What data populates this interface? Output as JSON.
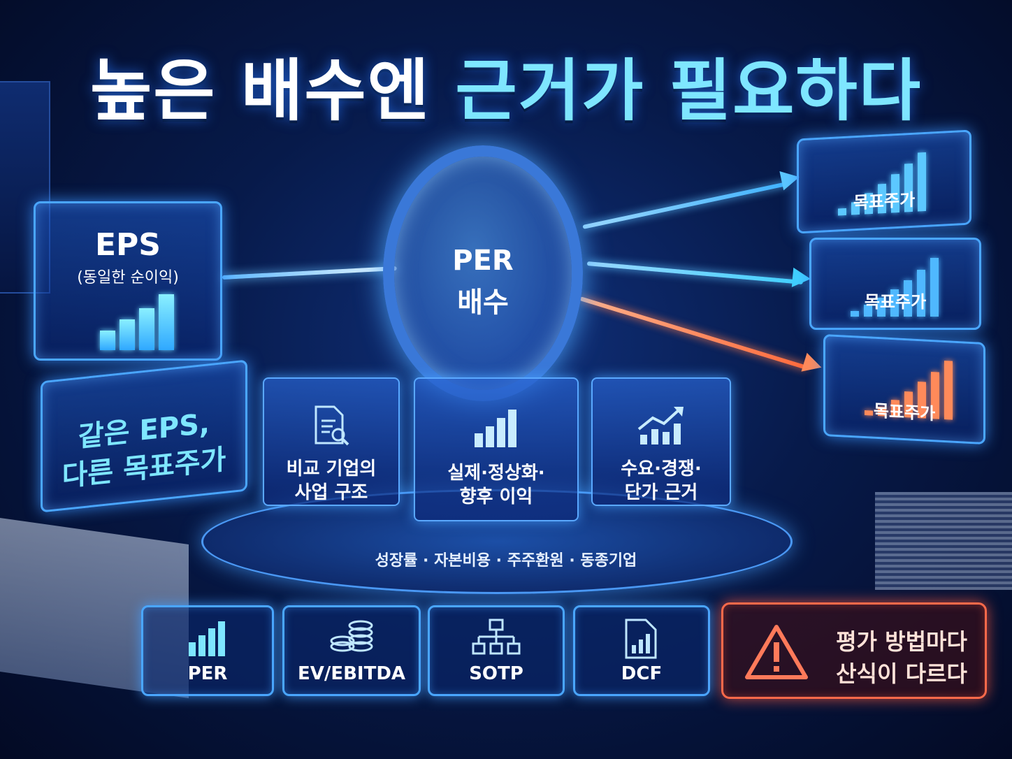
{
  "title": {
    "part1": "높은 배수엔",
    "part2": "근거가 필요하다"
  },
  "eps": {
    "title": "EPS",
    "subtitle": "(동일한 순이익)",
    "bars": [
      0.35,
      0.55,
      0.75,
      1.0
    ]
  },
  "same_eps": {
    "line1": "같은 EPS,",
    "line2": "다른 목표주가"
  },
  "lens": {
    "line1": "PER",
    "line2": "배수"
  },
  "targets": [
    {
      "label": "목표주가",
      "color": "#5cc8ff",
      "bars": [
        0.12,
        0.22,
        0.36,
        0.5,
        0.66,
        0.82,
        1.0
      ]
    },
    {
      "label": "목표주가",
      "color": "#4fb8ff",
      "bars": [
        0.1,
        0.2,
        0.32,
        0.46,
        0.62,
        0.8,
        1.0
      ]
    },
    {
      "label": "목표주가",
      "color": "#ff8a5a",
      "bars": [
        0.08,
        0.16,
        0.28,
        0.44,
        0.62,
        0.8,
        1.0
      ]
    }
  ],
  "pillars": [
    {
      "icon": "document-search-icon",
      "line1": "비교 기업의",
      "line2": "사업 구조"
    },
    {
      "icon": "bar-chart-icon",
      "line1": "실제·정상화·",
      "line2": "향후 이익"
    },
    {
      "icon": "trend-up-icon",
      "line1": "수요·경쟁·",
      "line2": "단가 근거"
    }
  ],
  "factors": "성장률 · 자본비용 · 주주환원 · 동종기업",
  "methods": [
    {
      "icon": "bar-chart-icon",
      "label": "PER"
    },
    {
      "icon": "coin-stack-icon",
      "label": "EV/EBITDA"
    },
    {
      "icon": "hierarchy-icon",
      "label": "SOTP"
    },
    {
      "icon": "document-chart-icon",
      "label": "DCF"
    }
  ],
  "warning": {
    "icon": "warning-icon",
    "line1": "평가 방법마다",
    "line2": "산식이 다르다"
  },
  "colors": {
    "accent": "#7ee6ff",
    "glow": "#4aa6ff",
    "warning": "#ff6a4a"
  }
}
